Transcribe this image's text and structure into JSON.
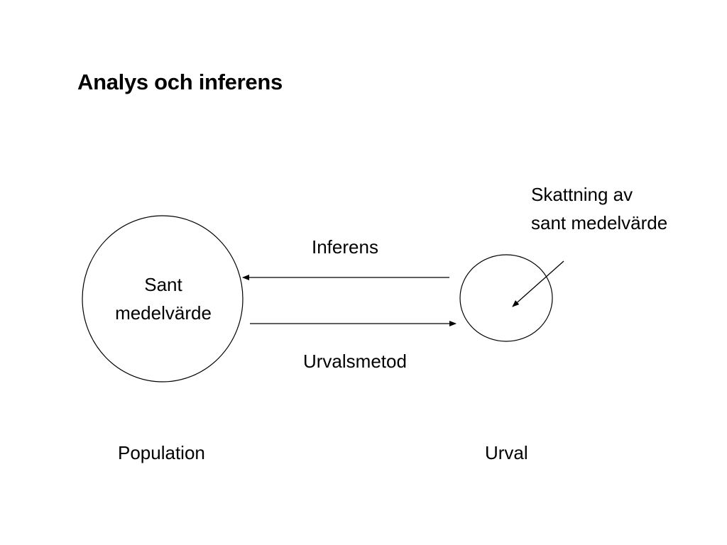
{
  "title": "Analys och inferens",
  "population_circle": {
    "label_line1": "Sant",
    "label_line2": "medelvärde"
  },
  "arrow_top_label": "Inferens",
  "arrow_bottom_label": "Urvalsmetod",
  "estimate_label": {
    "line1": "Skattning av",
    "line2": "sant medelvärde"
  },
  "population_caption": "Population",
  "sample_caption": "Urval",
  "colors": {
    "stroke": "#000000",
    "background": "#ffffff"
  }
}
